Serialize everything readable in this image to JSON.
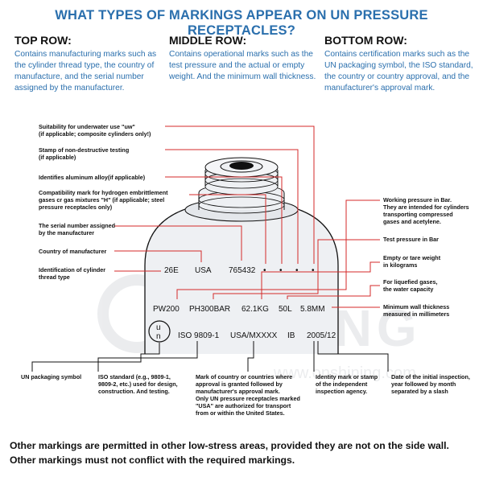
{
  "title": "WHAT TYPES OF MARKINGS APPEAR ON UN PRESSURE RECEPTACLES?",
  "columns": [
    {
      "heading": "TOP ROW:",
      "text": "Contains manufacturing marks such as the cylinder thread type, the country of manufacture, and the serial number assigned by the manufacturer."
    },
    {
      "heading": "MIDDLE ROW:",
      "text": "Contains operational marks such as the test pressure and the actual or empty weight. And the minimum wall thickness."
    },
    {
      "heading": "BOTTOM ROW:",
      "text": "Contains certification marks such as the UN packaging symbol, the ISO standard, the country or country approval, and the manufacturer's approval mark."
    }
  ],
  "cylinder_marks": {
    "top": [
      "26E",
      "USA",
      "765432",
      "•",
      "•",
      "•",
      "•"
    ],
    "middle": [
      "PW200",
      "PH300BAR",
      "62.1KG",
      "50L",
      "5.8MM"
    ],
    "bottom": [
      "ISO 9809-1",
      "USA/MXXXX",
      "IB",
      "2005/12"
    ],
    "un_symbol": [
      "u",
      "n"
    ]
  },
  "left_labels": [
    [
      "Suitability for underwater use \"uw\"",
      " (if applicable; composite cylinders only!)"
    ],
    [
      "Stamp of non-destructive testing",
      " (if applicable)"
    ],
    [
      "Identifies aluminum alloy(if applicable)"
    ],
    [
      "Compatibility mark for hydrogen embrittlement",
      "gases cr gas mixtures \"H\" (if applicable; steel",
      "pressure receptacles only)"
    ],
    [
      "The serial number assigned",
      "by the manufacturer"
    ],
    [
      "Country of manufacturer"
    ],
    [
      "Identification of cylinder",
      "thread type"
    ]
  ],
  "right_labels": [
    [
      "Working pressure in Bar.",
      "They are intended for cylinders",
      "transporting compressed",
      "gases and acetylene."
    ],
    [
      "Test pressure in Bar"
    ],
    [
      "Empty or tare weight",
      "in kilograms"
    ],
    [
      "For liquefied gases,",
      "the water capacity"
    ],
    [
      "Minimum wall thickness",
      "measured in millimeters"
    ]
  ],
  "bottom_labels": [
    [
      "UN packaging symbol"
    ],
    [
      "ISO standard (e.g., 9809-1,",
      "9809-2, etc.) used for design,",
      "construction. And testing."
    ],
    [
      "Mark of country or countries where",
      "approval is granted followed by",
      "manufacturer's approval mark.",
      "Only UN pressure receptacles marked",
      "\"USA\" are authorized for transport",
      "from or within the United States."
    ],
    [
      "Identity mark or stamp",
      "of the independent",
      "inspection agency."
    ],
    [
      "Date of the initial inspection,",
      "year followed by month",
      "separated by a slash"
    ]
  ],
  "watermark": {
    "brand": "SHINING",
    "url": "www.onshining.com"
  },
  "footer": [
    "Other markings are permitted in other low-stress areas, provided they are not on the side wall.",
    "Other markings must not conflict with the required markings."
  ],
  "colors": {
    "title": "#2a6fad",
    "leader_line": "#d42a2a",
    "cylinder_fill": "#eef0f3",
    "text": "#111111"
  }
}
